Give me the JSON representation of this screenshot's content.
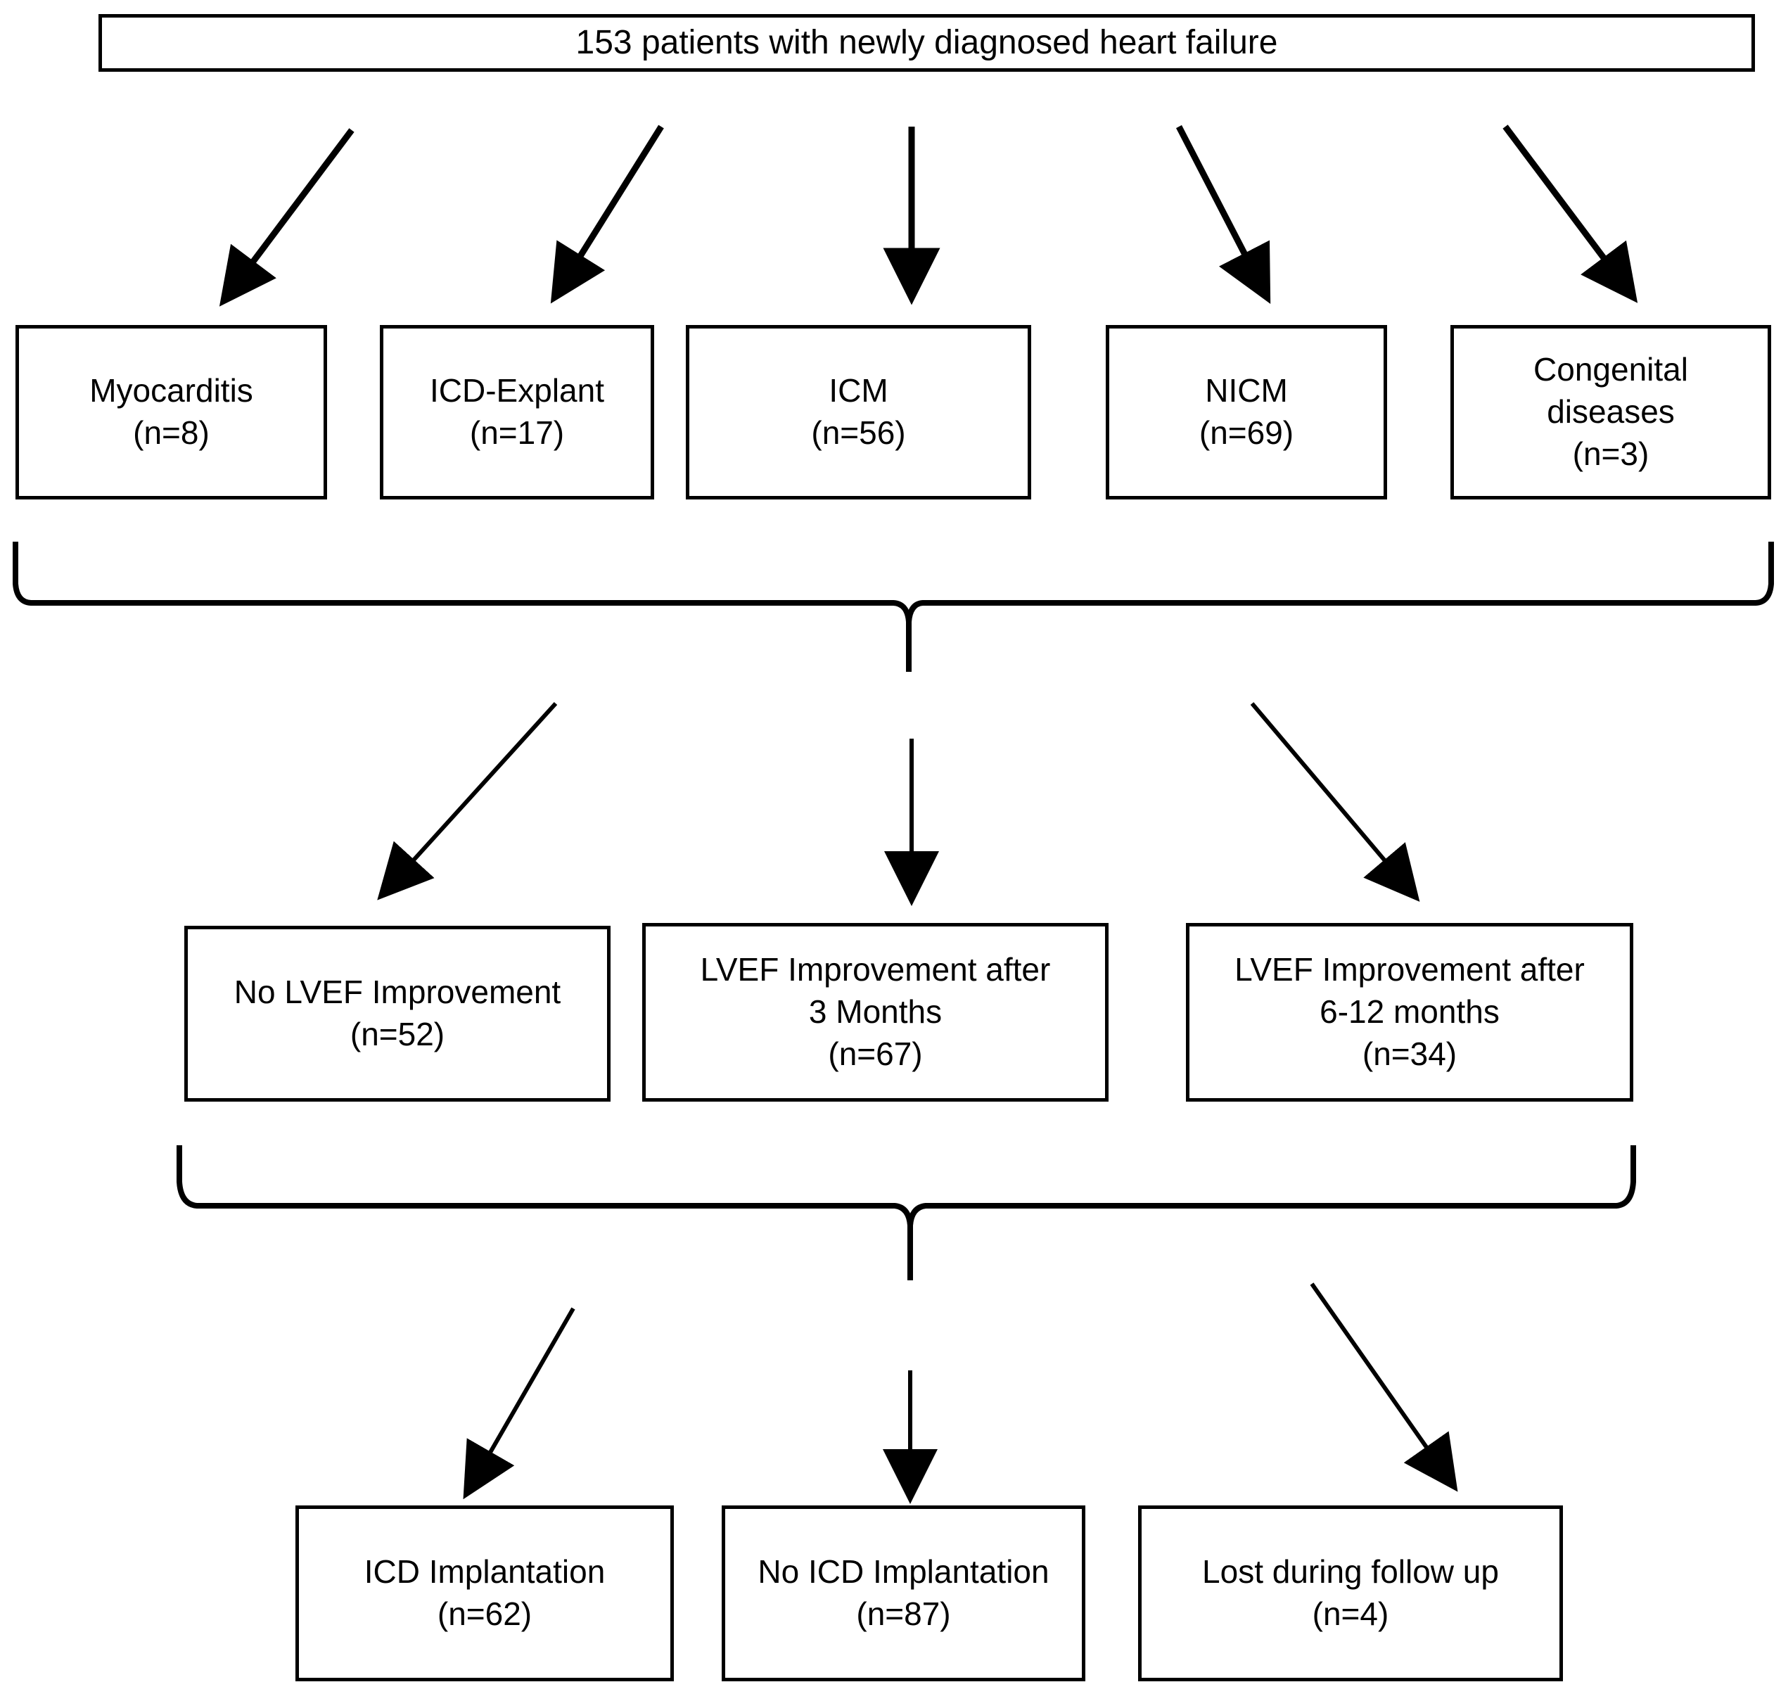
{
  "diagram": {
    "title": "Patient flow diagram: newly diagnosed heart failure cohort",
    "type": "flowchart",
    "colors": {
      "stroke": "#000000",
      "fill": "#ffffff",
      "text": "#000000"
    },
    "nodes": {
      "root": {
        "label": "153 patients with newly diagnosed heart failure",
        "count": 153
      },
      "etiology": [
        {
          "name": "Myocarditis",
          "count_label": "(n=8)",
          "count": 8
        },
        {
          "name": "ICD-Explant",
          "count_label": "(n=17)",
          "count": 17
        },
        {
          "name": "ICM",
          "count_label": "(n=56)",
          "count": 56
        },
        {
          "name": "NICM",
          "count_label": "(n=69)",
          "count": 69
        },
        {
          "name": "Congenital",
          "name2": "diseases",
          "count_label": "(n=3)",
          "count": 3
        }
      ],
      "lvef": [
        {
          "line1": "No LVEF Improvement",
          "line2": "",
          "count_label": "(n=52)",
          "count": 52
        },
        {
          "line1": "LVEF Improvement after",
          "line2": "3 Months",
          "count_label": "(n=67)",
          "count": 67
        },
        {
          "line1": "LVEF Improvement after",
          "line2": "6-12 months",
          "count_label": "(n=34)",
          "count": 34
        }
      ],
      "outcome": [
        {
          "name": "ICD Implantation",
          "count_label": "(n=62)",
          "count": 62
        },
        {
          "name": "No ICD Implantation",
          "count_label": "(n=87)",
          "count": 87
        },
        {
          "name": "Lost during follow up",
          "count_label": "(n=4)",
          "count": 4
        }
      ]
    }
  }
}
